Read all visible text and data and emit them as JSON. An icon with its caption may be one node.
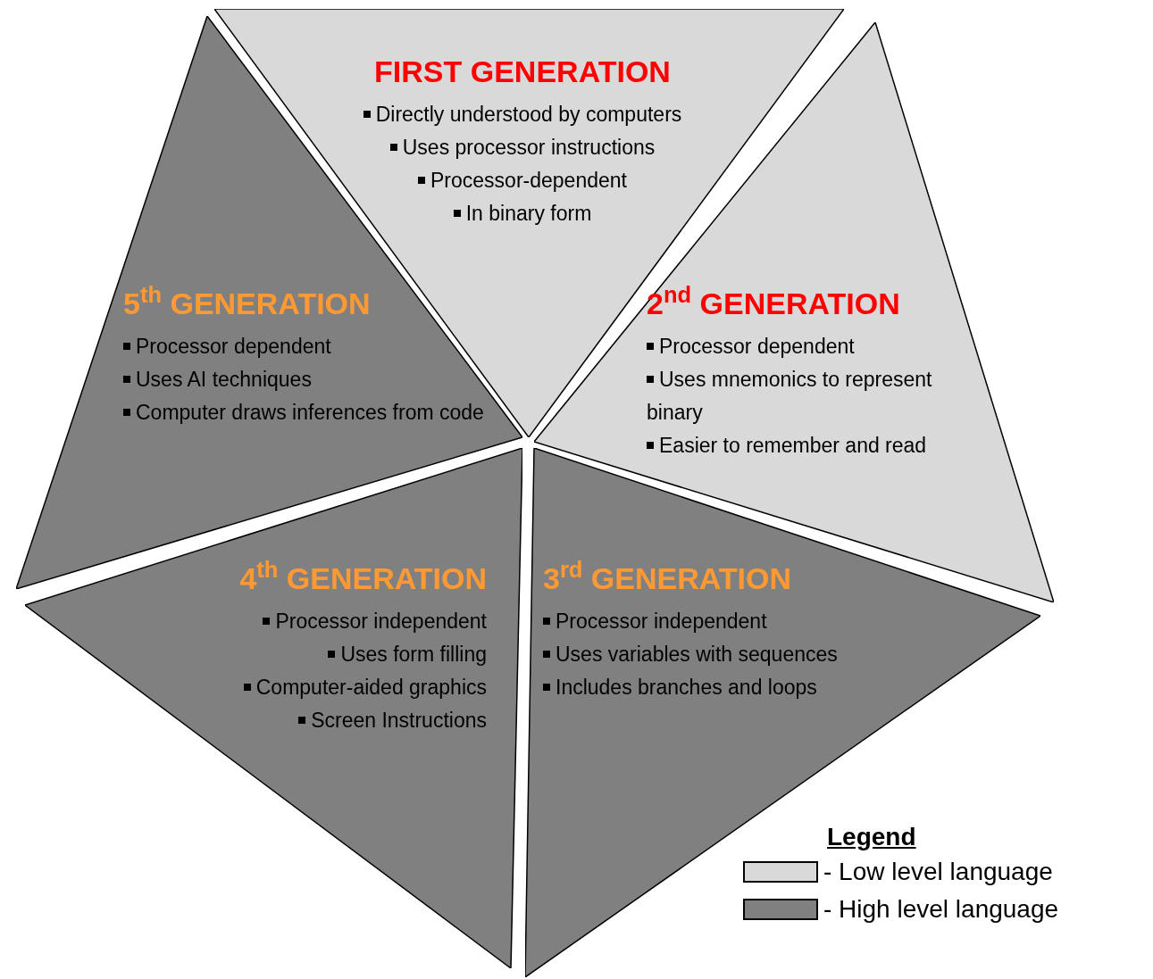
{
  "diagram": {
    "nodes": [
      {
        "text": [
          "FIRST GENERATION",
          "Directly understood by computers",
          "Uses processor instructions",
          "Processor-dependent",
          "In binary form"
        ]
      },
      {
        "text": [
          "2$^{nd}$ GENERATION",
          "Processor dependent",
          "Uses mnemonics to represent binary",
          "Easier to remember and read"
        ]
      },
      {
        "text": [
          "3$^{rd}$ GENERATION",
          "Processor independent",
          "Uses variables with sequences",
          "Includes branches and loops"
        ]
      },
      {
        "text": [
          "4$^{th}$ GENERATION",
          "Processor independent",
          "Uses form filling",
          "Computer-aided graphics",
          "Screen Instructions"
        ]
      },
      {
        "text": [
          "5$^{th}$ GENERATION",
          "Processor dependent",
          "Uses AI techniques",
          "Computer draws inferences from code"
        ]
      }
    ],
    "labels": [
      "Legend"
    ],
    "legend": [
      {
        "text": "- Low level language",
        "color": "#d9d9d9"
      },
      {
        "text": "- High level language",
        "color": "#808080"
      }
    ]
  }
}
